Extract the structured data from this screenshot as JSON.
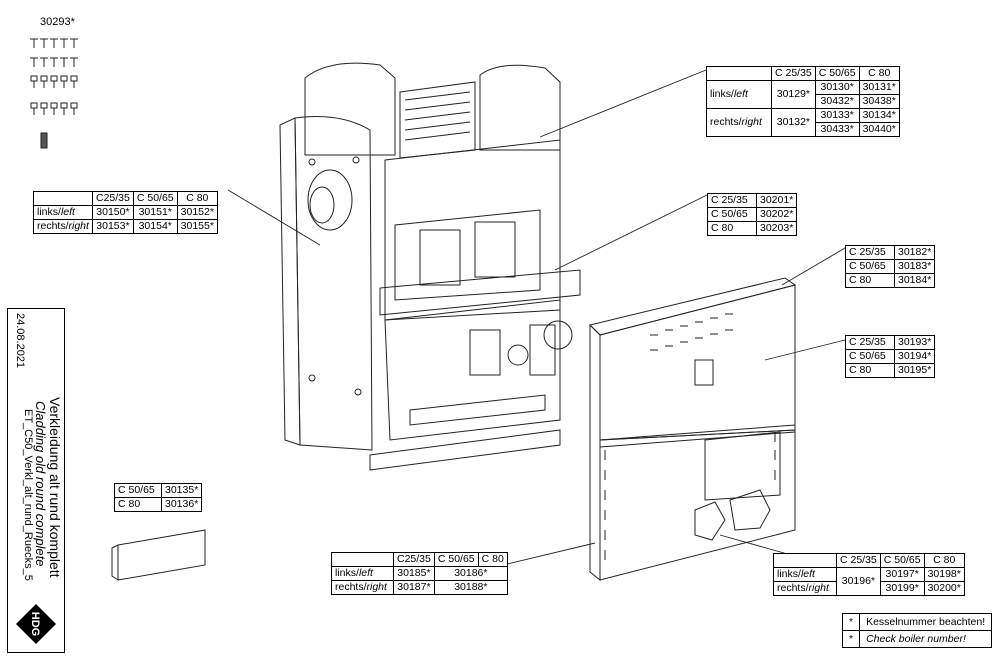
{
  "hardware_note": "30293*",
  "title_block": {
    "date": "24.08.2021",
    "title_de": "Verkleidung alt rund komplett",
    "title_en": "Cladding old round complete",
    "drawing_no": "ET_C50_Verkl_alt_rund_Ruecks_5",
    "logo_text": "HDG"
  },
  "tables": {
    "side_panel": {
      "headers": [
        "",
        "C25/35",
        "C 50/65",
        "C 80"
      ],
      "rows": [
        {
          "label": "links/",
          "label_en": "left",
          "values": [
            "30150*",
            "30151*",
            "30152*"
          ]
        },
        {
          "label": "rechts/",
          "label_en": "right",
          "values": [
            "30153*",
            "30154*",
            "30155*"
          ]
        }
      ]
    },
    "rear_top": {
      "headers": [
        "",
        "C 25/35",
        "C 50/65",
        "C 80"
      ],
      "left_label": "links/",
      "left_label_en": "left",
      "left_c25": "30129*",
      "left_c50": [
        "30130*",
        "30432*"
      ],
      "left_c80": [
        "30131*",
        "30438*"
      ],
      "right_label": "rechts/",
      "right_label_en": "right",
      "right_c25": "30132*",
      "right_c50": [
        "30133*",
        "30433*"
      ],
      "right_c80": [
        "30134*",
        "30440*"
      ]
    },
    "shelf": {
      "rows": [
        {
          "model": "C 25/35",
          "part": "30201*"
        },
        {
          "model": "C 50/65",
          "part": "30202*"
        },
        {
          "model": "C 80",
          "part": "30203*"
        }
      ]
    },
    "cover_top": {
      "rows": [
        {
          "model": "C 25/35",
          "part": "30182*"
        },
        {
          "model": "C 50/65",
          "part": "30183*"
        },
        {
          "model": "C 80",
          "part": "30184*"
        }
      ]
    },
    "cover_front": {
      "rows": [
        {
          "model": "C 25/35",
          "part": "30193*"
        },
        {
          "model": "C 50/65",
          "part": "30194*"
        },
        {
          "model": "C 80",
          "part": "30195*"
        }
      ]
    },
    "small_panel": {
      "rows": [
        {
          "model": "C 50/65",
          "part": "30135*"
        },
        {
          "model": "C 80",
          "part": "30136*"
        }
      ]
    },
    "bottom_side": {
      "headers": [
        "",
        "C25/35",
        "C 50/65",
        "C 80"
      ],
      "rows": [
        {
          "label": "links/",
          "label_en": "left",
          "values": [
            "30185*",
            "30186*"
          ]
        },
        {
          "label": "rechts/",
          "label_en": "right",
          "values": [
            "30187*",
            "30188*"
          ]
        }
      ]
    },
    "bottom_right": {
      "headers": [
        "",
        "C 25/35",
        "C 50/65",
        "C 80"
      ],
      "c25": "30196*",
      "rows": [
        {
          "label": "links/",
          "label_en": "left",
          "values": [
            "30197*",
            "30198*"
          ]
        },
        {
          "label": "rechts/",
          "label_en": "right",
          "values": [
            "30199*",
            "30200*"
          ]
        }
      ]
    }
  },
  "legend": {
    "symbol": "*",
    "line_de": "Kesselnummer beachten!",
    "line_en": "Check boiler number!"
  }
}
